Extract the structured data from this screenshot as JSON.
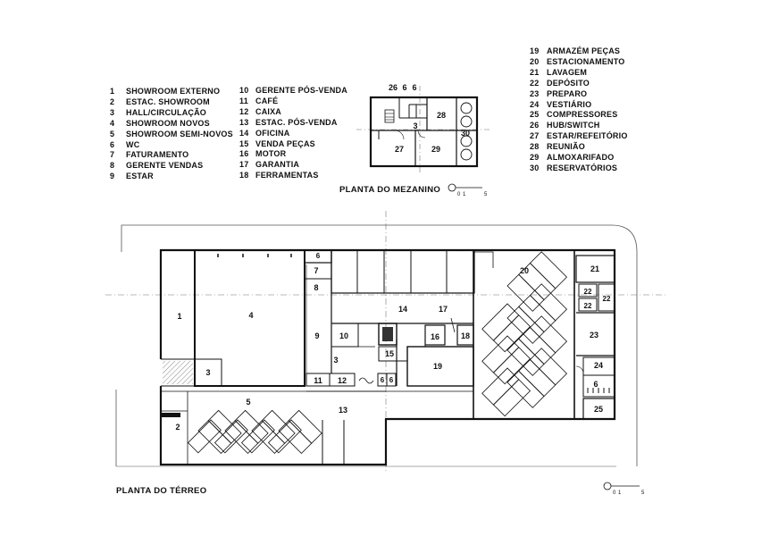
{
  "legend_1": [
    {
      "n": "1",
      "t": "SHOWROOM EXTERNO"
    },
    {
      "n": "2",
      "t": "ESTAC. SHOWROOM"
    },
    {
      "n": "3",
      "t": "HALL/CIRCULAÇÃO"
    },
    {
      "n": "4",
      "t": "SHOWROOM NOVOS"
    },
    {
      "n": "5",
      "t": "SHOWROOM SEMI-NOVOS"
    },
    {
      "n": "6",
      "t": "WC"
    },
    {
      "n": "7",
      "t": "FATURAMENTO"
    },
    {
      "n": "8",
      "t": "GERENTE VENDAS"
    },
    {
      "n": "9",
      "t": "ESTAR"
    }
  ],
  "legend_2": [
    {
      "n": "10",
      "t": "GERENTE PÓS-VENDA"
    },
    {
      "n": "11",
      "t": "CAFÉ"
    },
    {
      "n": "12",
      "t": "CAIXA"
    },
    {
      "n": "13",
      "t": "ESTAC. PÓS-VENDA"
    },
    {
      "n": "14",
      "t": "OFICINA"
    },
    {
      "n": "15",
      "t": "VENDA PEÇAS"
    },
    {
      "n": "16",
      "t": "MOTOR"
    },
    {
      "n": "17",
      "t": "GARANTIA"
    },
    {
      "n": "18",
      "t": "FERRAMENTAS"
    }
  ],
  "legend_3": [
    {
      "n": "19",
      "t": "ARMAZÉM PEÇAS"
    },
    {
      "n": "20",
      "t": "ESTACIONAMENTO"
    },
    {
      "n": "21",
      "t": "LAVAGEM"
    },
    {
      "n": "22",
      "t": "DEPÓSITO"
    },
    {
      "n": "23",
      "t": "PREPARO"
    },
    {
      "n": "24",
      "t": "VESTIÁRIO"
    },
    {
      "n": "25",
      "t": "COMPRESSORES"
    },
    {
      "n": "26",
      "t": "HUB/SWITCH"
    },
    {
      "n": "27",
      "t": "ESTAR/REFEITÓRIO"
    },
    {
      "n": "28",
      "t": "REUNIÃO"
    },
    {
      "n": "29",
      "t": "ALMOXARIFADO"
    },
    {
      "n": "30",
      "t": "RESERVATÓRIOS"
    }
  ],
  "titles": {
    "mezzanine": "PLANTA DO MEZANINO",
    "ground": "PLANTA DO TÉRREO"
  },
  "scale_bar": {
    "zero": "0",
    "one": "1",
    "five": "5"
  },
  "mezzanine_labels": {
    "r26": "26",
    "r6a": "6",
    "r6b": "6",
    "r28": "28",
    "r3": "3",
    "r30": "30",
    "r27": "27",
    "r29": "29"
  },
  "ground_labels": {
    "r1": "1",
    "r2": "2",
    "r3a": "3",
    "r3b": "3",
    "r4": "4",
    "r5": "5",
    "r6a": "6",
    "r6b": "6",
    "r6c": "6",
    "r6d": "6",
    "r7": "7",
    "r8": "8",
    "r9": "9",
    "r10": "10",
    "r11": "11",
    "r12": "12",
    "r13": "13",
    "r14": "14",
    "r15": "15",
    "r16": "16",
    "r17": "17",
    "r18": "18",
    "r19": "19",
    "r20": "20",
    "r21": "21",
    "r22a": "22",
    "r22b": "22",
    "r22c": "22",
    "r23": "23",
    "r24": "24",
    "r25": "25"
  }
}
